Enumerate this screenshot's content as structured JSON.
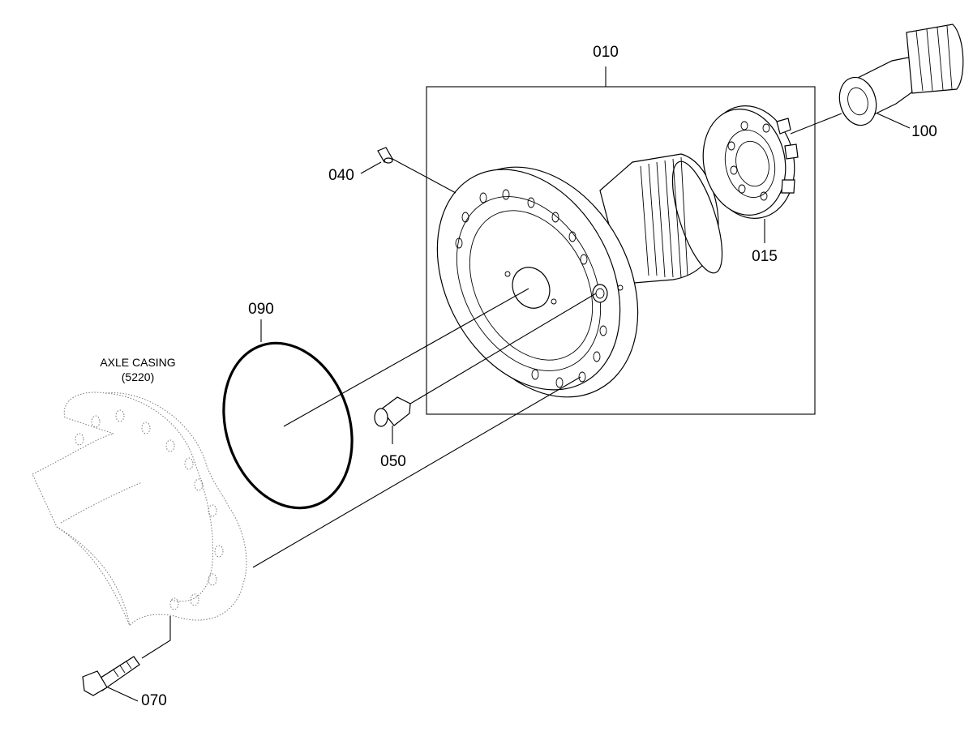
{
  "labels": {
    "p010": "010",
    "p015": "015",
    "p040": "040",
    "p050": "050",
    "p070": "070",
    "p090": "090",
    "p100": "100"
  },
  "casing": {
    "title": "AXLE CASING",
    "code": "(5220)"
  }
}
